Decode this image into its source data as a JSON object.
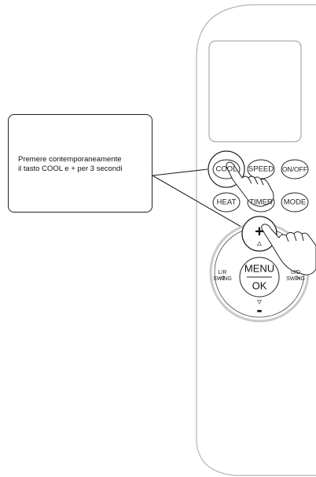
{
  "instruction": {
    "line1": "Premere contemporaneamente",
    "line2": "il tasto COOL e + per 3 secondi"
  },
  "remote": {
    "buttons": {
      "cool": "COOL",
      "speed": "SPEED",
      "on_off": "ON/OFF",
      "heat": "HEAT",
      "timer": "TIMER",
      "mode": "MODE"
    },
    "dpad": {
      "plus": "+",
      "menu": "MENU",
      "ok": "OK",
      "minus": "-",
      "lr_line1": "L/R",
      "lr_line2": "SWING",
      "ud_line1": "U/D",
      "ud_line2": "SWING"
    }
  },
  "colors": {
    "outline": "#222222",
    "remote_outline": "#b5b5b5",
    "dpad_ring": "#c9c9c9"
  }
}
